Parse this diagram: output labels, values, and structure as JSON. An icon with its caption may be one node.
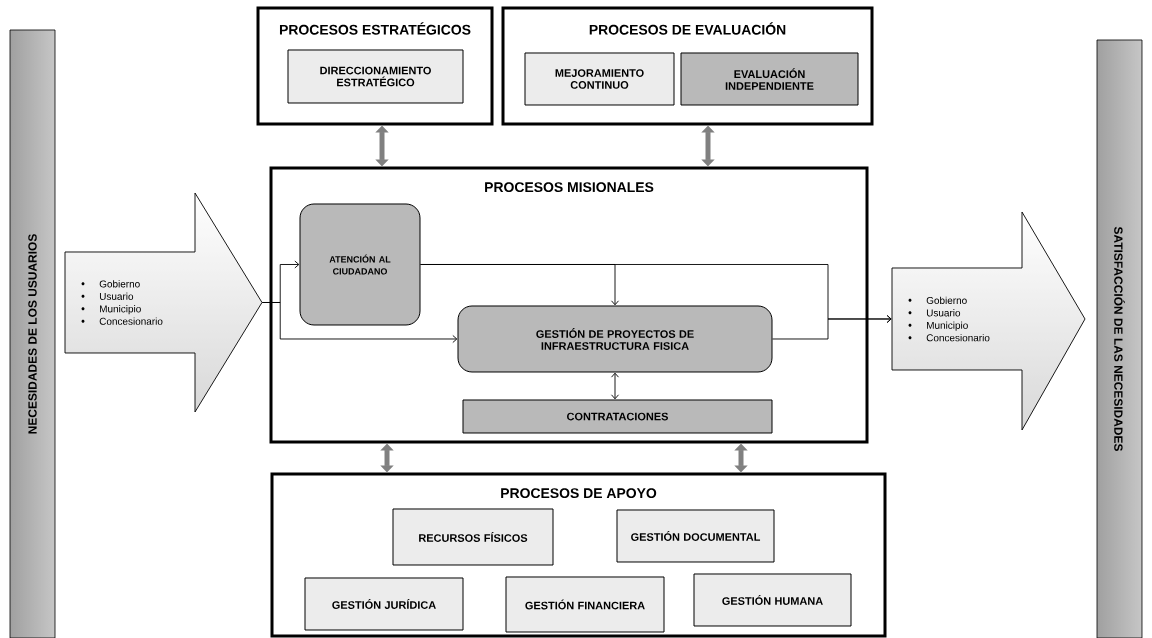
{
  "diagram": {
    "nodes": [
      {
        "text": [
          "NECESIDADES DE LOS USUARIOS"
        ]
      },
      {
        "text": [
          "Gobierno",
          "Usuario",
          "Municipio",
          "Concesionario"
        ]
      },
      {
        "text": [
          "PROCESOS ESTRATÉGICOS"
        ]
      },
      {
        "text": [
          "DIRECCIONAMIENTO ESTRATÉGICO"
        ],
        "in": 2
      },
      {
        "text": [
          "PROCESOS DE EVALUACIÓN"
        ]
      },
      {
        "text": [
          "MEJORAMIENTO CONTINUO"
        ],
        "in": 4
      },
      {
        "text": [
          "EVALUACIÓN INDEPENDIENTE"
        ],
        "in": 4
      },
      {
        "text": [
          "PROCESOS MISIONALES"
        ]
      },
      {
        "text": [
          "ATENCIÓN AL CIUDADANO"
        ],
        "in": 7
      },
      {
        "text": [
          "GESTIÓN DE PROYECTOS DE INFRAESTRUCTURA FISICA"
        ],
        "in": 7
      },
      {
        "text": [
          "CONTRATACIONES"
        ],
        "in": 7
      },
      {
        "text": [
          "PROCESOS DE APOYO"
        ]
      },
      {
        "text": [
          "RECURSOS FÍSICOS"
        ],
        "in": 11
      },
      {
        "text": [
          "GESTIÓN DOCUMENTAL"
        ],
        "in": 11
      },
      {
        "text": [
          "GESTIÓN JURÍDICA"
        ],
        "in": 11
      },
      {
        "text": [
          "GESTIÓN FINANCIERA"
        ],
        "in": 11
      },
      {
        "text": [
          "GESTIÓN HUMANA"
        ],
        "in": 11
      },
      {
        "text": [
          "Gobierno",
          "Usuario",
          "Municipio",
          "Concesionario"
        ]
      },
      {
        "text": [
          "SATISFACCIÓN DE LAS NECESIDADES"
        ]
      }
    ],
    "edges": [
      {
        "from": 2,
        "to": 7,
        "arrow": "both",
        "style": "thick",
        "color": "#808080"
      },
      {
        "from": 4,
        "to": 7,
        "arrow": "both",
        "style": "thick",
        "color": "#808080"
      },
      {
        "from": 1,
        "to": 8,
        "arrow": "to"
      },
      {
        "from": 1,
        "to": 9,
        "arrow": "to"
      },
      {
        "from": 8,
        "to": 9,
        "arrow": "to"
      },
      {
        "from": 8,
        "to": 17,
        "arrow": "to"
      },
      {
        "from": 9,
        "to": 17,
        "arrow": "to"
      },
      {
        "from": 9,
        "to": 10,
        "arrow": "both"
      },
      {
        "from": 7,
        "to": 11,
        "arrow": "both",
        "style": "thick",
        "color": "#808080"
      },
      {
        "from": 7,
        "to": 11,
        "arrow": "both",
        "style": "thick",
        "color": "#808080"
      }
    ]
  }
}
